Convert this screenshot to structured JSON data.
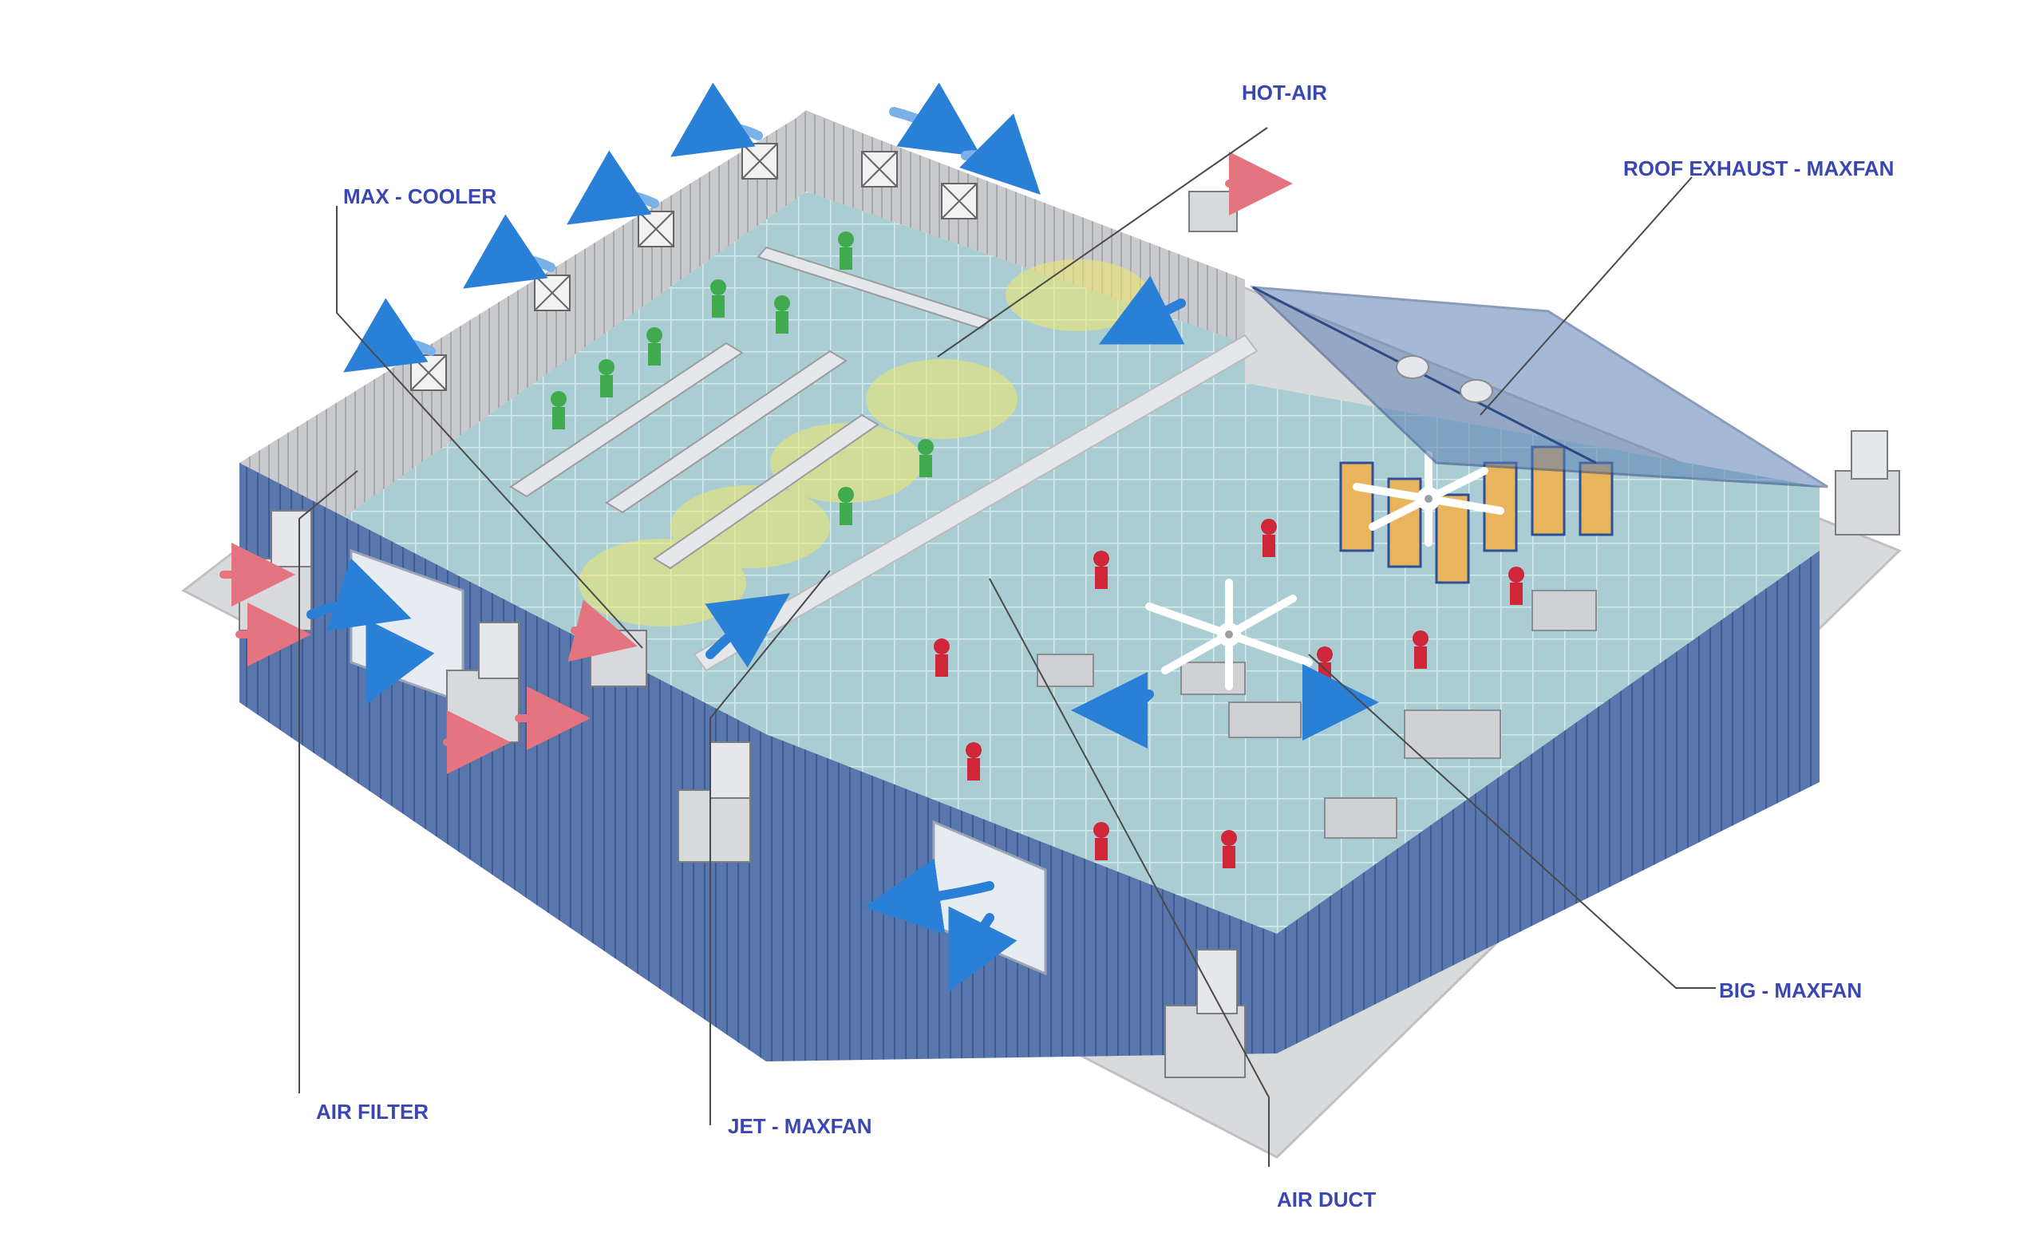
{
  "colors": {
    "label": "#3a47b0",
    "leader": "#4a4a4a",
    "wall_blue": "#5a77ad",
    "wall_blue_dark": "#3f5c92",
    "floor": "#a9cdd2",
    "grid": "#d5ecee",
    "back_wall": "#c9cacd",
    "ground_pad": "#d9dadc",
    "duct": "#e6e7ea",
    "roof_glass": "#5c7fb4",
    "cool_arrow": "#2a7fd6",
    "hot_arrow": "#e4747f",
    "light_cone": "#f0ea6a",
    "worker_green": "#3faa4e",
    "worker_red": "#d0263a",
    "rack": "#e8b45c"
  },
  "icons": [
    "wall-exhaust-fan-icon",
    "evaporative-cooler-icon",
    "ceiling-fan-icon",
    "roof-exhaust-icon",
    "airflow-arrow-icon",
    "worker-icon"
  ],
  "callouts": {
    "max_cooler": "MAX - COOLER",
    "hot_air": "HOT-AIR",
    "roof_exhaust": "ROOF EXHAUST - MAXFAN",
    "big_maxfan": "BIG - MAXFAN",
    "air_filter": "AIR FILTER",
    "jet_maxfan": "JET - MAXFAN",
    "air_duct": "AIR DUCT"
  }
}
